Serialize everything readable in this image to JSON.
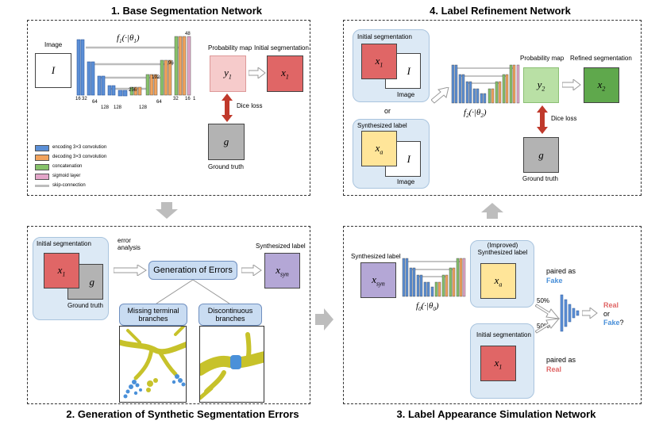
{
  "sections": {
    "s1_title": "1. Base Segmentation Network",
    "s2_title": "2. Generation of Synthetic Segmentation Errors",
    "s3_title": "3. Label Appearance Simulation Network",
    "s4_title": "4. Label Refinement Network"
  },
  "s1": {
    "image_label": "Image",
    "image_var": "I",
    "f1": "f1(·|θ1)",
    "prob_map": "Probability map",
    "y1": "y1",
    "init_seg": "Initial segmentation",
    "x1": "x1",
    "dice": "Dice loss",
    "g": "g",
    "ground_truth": "Ground truth",
    "channel_numbers": [
      "16",
      "32",
      "64",
      "128",
      "128",
      "256",
      "128",
      "192",
      "64",
      "96",
      "32",
      "48",
      "16",
      "1"
    ],
    "legend": [
      {
        "label": "encoding 3×3 convolution",
        "color": "#5b8fd6"
      },
      {
        "label": "decoding 3×3 convolution",
        "color": "#f2a35c"
      },
      {
        "label": "concatenation",
        "color": "#86c26a"
      },
      {
        "label": "sigmoid layer",
        "color": "#e3a5c9"
      },
      {
        "label": "skip-connection",
        "color": "#bdbdbd"
      }
    ]
  },
  "s2": {
    "init_seg": "Initial segmentation",
    "x1": "x1",
    "g": "g",
    "ground_truth": "Ground truth",
    "error_analysis": "error\nanalysis",
    "gen_errors": "Generation of Errors",
    "synth_label": "Synthesized label",
    "xsyn": "xsyn",
    "missing": "Missing terminal\nbranches",
    "discontinuous": "Discontinuous\nbranches"
  },
  "s3": {
    "synth_label": "Synthesized label",
    "xsyn": "xsyn",
    "f0": "f0(·|θ0)",
    "improved": "(Improved)\nSynthesized label",
    "xa": "xa",
    "paired_as": "paired as",
    "fake": "Fake",
    "real": "Real",
    "pct_top": "50%",
    "pct_bot": "50%",
    "init_seg": "Initial segmentation",
    "x1": "x1",
    "or": "or",
    "q": "?"
  },
  "s4": {
    "init_seg": "Initial segmentation",
    "x1": "x1",
    "I": "I",
    "image": "Image",
    "or": "or",
    "synth_label": "Synthesized label",
    "xa": "xa",
    "I2": "I",
    "image2": "Image",
    "f2": "f2(·|θ2)",
    "prob_map": "Probability map",
    "y2": "y2",
    "refined": "Refined segmentation",
    "x2": "x2",
    "dice": "Dice loss",
    "g": "g",
    "ground_truth": "Ground truth"
  },
  "colors": {
    "encoding": "#5b8fd6",
    "decoding": "#f2a35c",
    "concat": "#86c26a",
    "sigmoid": "#e3a5c9",
    "red_label": "#e06666",
    "pink_prob": "#f6cbcb",
    "green_prob": "#b9e0a5",
    "green_label": "#5fa84c",
    "grey_gt": "#b3b3b3",
    "yellow_label": "#ffe599",
    "purple_label": "#b4a7d6",
    "fake_blue": "#4a90d9",
    "real_red": "#e06666"
  }
}
